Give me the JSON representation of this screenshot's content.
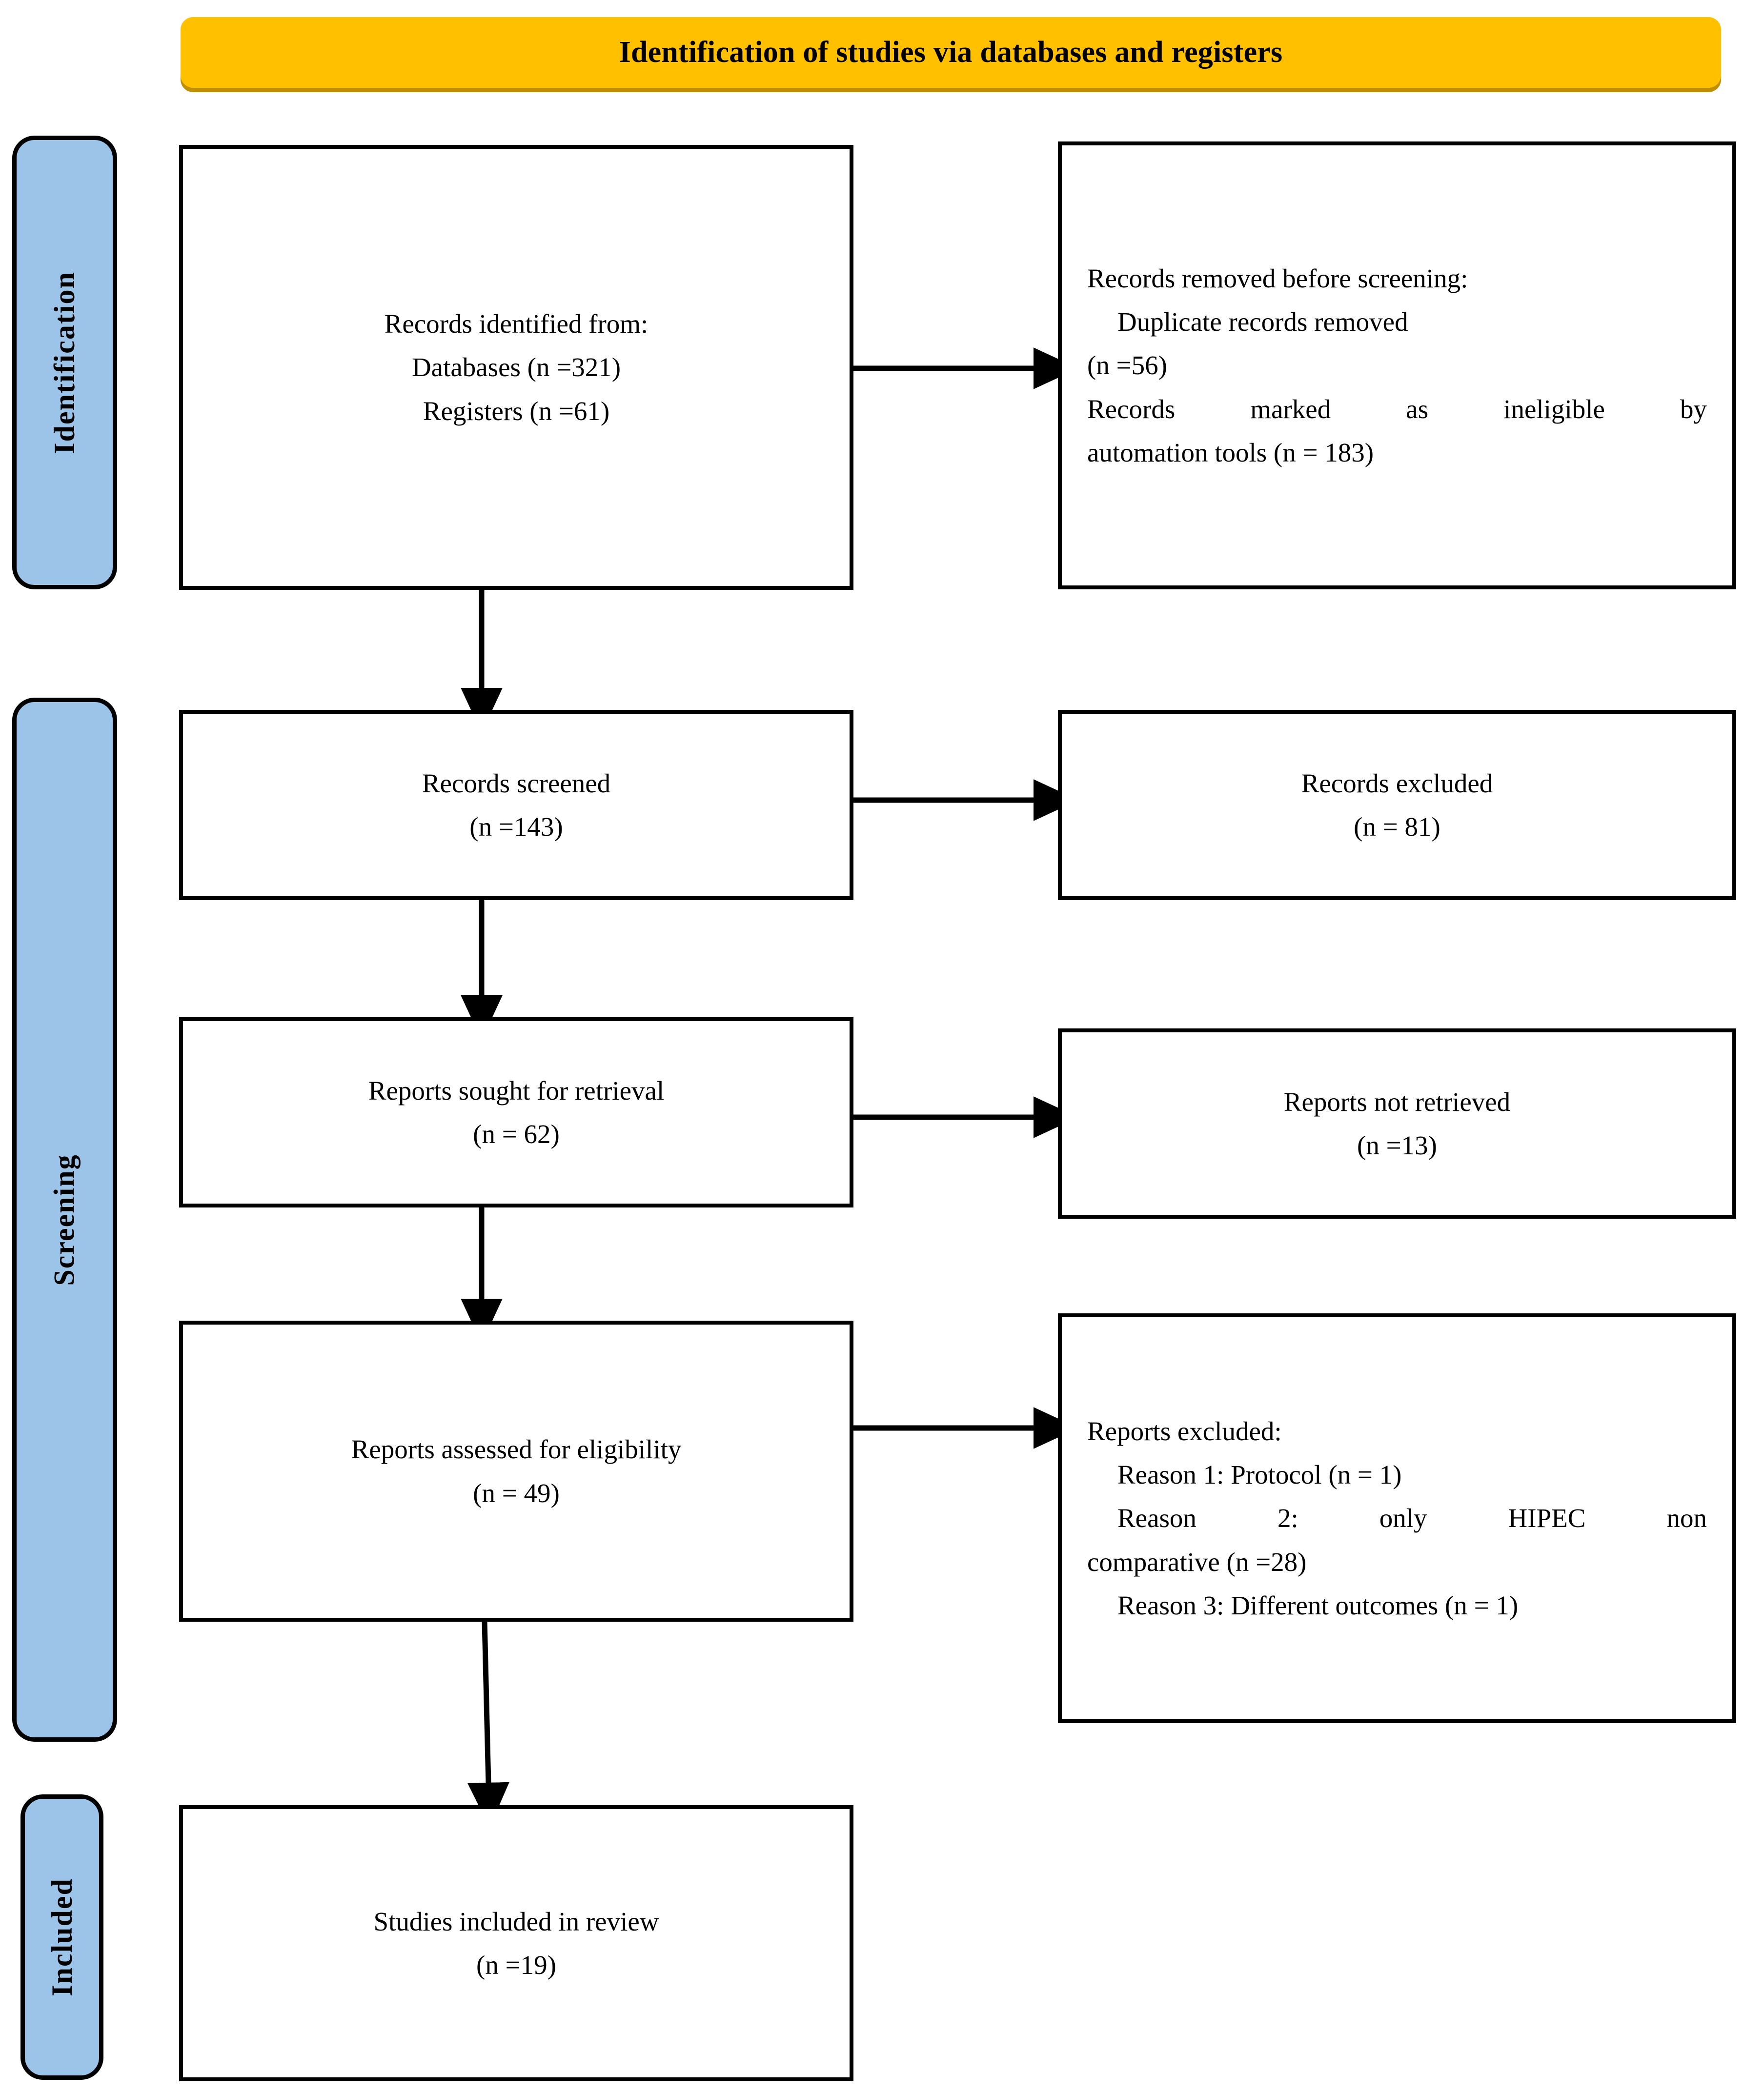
{
  "header": {
    "title": "Identification of studies via databases and registers",
    "background_color": "#ffc000",
    "shadow_color": "#bf8f00"
  },
  "phases": {
    "identification": "Identification",
    "screening": "Screening",
    "included": "Included",
    "tab_color": "#9cc3e8"
  },
  "boxes": {
    "identified": {
      "line1": "Records identified from:",
      "line2": "Databases (n =321)",
      "line3": "Registers (n =61)"
    },
    "removed": {
      "line1": "Records removed before screening:",
      "line2": "Duplicate records removed",
      "line3": "(n =56)",
      "line4": "Records marked as ineligible by",
      "line5": "automation tools (n = 183)"
    },
    "screened": {
      "line1": "Records screened",
      "line2": "(n =143)"
    },
    "excluded": {
      "line1": "Records excluded",
      "line2": "(n = 81)"
    },
    "sought": {
      "line1": "Reports sought for retrieval",
      "line2": "(n = 62)"
    },
    "not_retrieved": {
      "line1": "Reports not retrieved",
      "line2": "(n =13)"
    },
    "eligibility": {
      "line1": "Reports assessed for eligibility",
      "line2": "(n = 49)"
    },
    "reports_excluded": {
      "line1": "Reports excluded:",
      "line2": "Reason 1: Protocol (n = 1)",
      "line3": "Reason 2: only HIPEC non",
      "line4": "comparative (n =28)",
      "line5": "Reason 3: Different outcomes (n = 1)"
    },
    "included": {
      "line1": "Studies included in review",
      "line2": "(n =19)"
    }
  },
  "chart_data": {
    "type": "diagram",
    "title": "PRISMA 2020 flow diagram",
    "subtitle": "Identification of studies via databases and registers",
    "phases": [
      "Identification",
      "Screening",
      "Included"
    ],
    "nodes": [
      {
        "id": "identified",
        "phase": "Identification",
        "label": "Records identified from: Databases (n =321) Registers (n =61)",
        "n_databases": 321,
        "n_registers": 61
      },
      {
        "id": "removed",
        "phase": "Identification",
        "label": "Records removed before screening",
        "n_duplicates": 56,
        "n_automation_ineligible": 183
      },
      {
        "id": "screened",
        "phase": "Screening",
        "label": "Records screened",
        "n": 143
      },
      {
        "id": "excluded",
        "phase": "Screening",
        "label": "Records excluded",
        "n": 81
      },
      {
        "id": "sought",
        "phase": "Screening",
        "label": "Reports sought for retrieval",
        "n": 62
      },
      {
        "id": "not_retrieved",
        "phase": "Screening",
        "label": "Reports not retrieved",
        "n": 13
      },
      {
        "id": "eligibility",
        "phase": "Screening",
        "label": "Reports assessed for eligibility",
        "n": 49
      },
      {
        "id": "reports_excluded",
        "phase": "Screening",
        "label": "Reports excluded",
        "reasons": [
          {
            "name": "Reason 1: Protocol",
            "n": 1
          },
          {
            "name": "Reason 2: only HIPEC non comparative",
            "n": 28
          },
          {
            "name": "Reason 3: Different outcomes",
            "n": 1
          }
        ]
      },
      {
        "id": "included",
        "phase": "Included",
        "label": "Studies included in review",
        "n": 19
      }
    ],
    "edges": [
      {
        "from": "identified",
        "to": "removed",
        "direction": "right"
      },
      {
        "from": "identified",
        "to": "screened",
        "direction": "down"
      },
      {
        "from": "screened",
        "to": "excluded",
        "direction": "right"
      },
      {
        "from": "screened",
        "to": "sought",
        "direction": "down"
      },
      {
        "from": "sought",
        "to": "not_retrieved",
        "direction": "right"
      },
      {
        "from": "sought",
        "to": "eligibility",
        "direction": "down"
      },
      {
        "from": "eligibility",
        "to": "reports_excluded",
        "direction": "right"
      },
      {
        "from": "eligibility",
        "to": "included",
        "direction": "down"
      }
    ]
  }
}
